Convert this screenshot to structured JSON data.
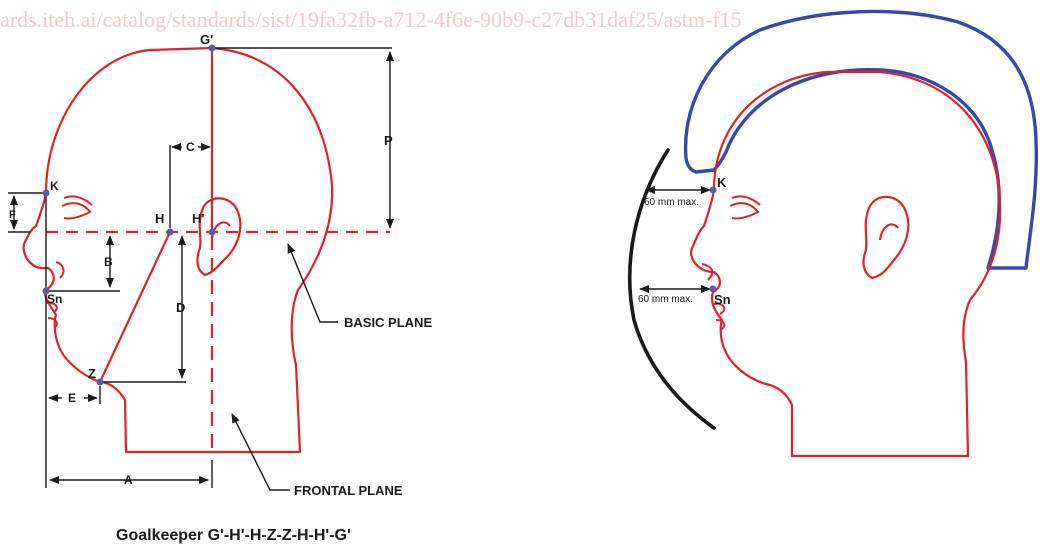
{
  "watermark": "ards.iteh.ai/catalog/standards/sist/19fa32fb-a712-4f6e-90b9-c27db31daf25/astm-f15",
  "caption": "Goalkeeper G'-H'-H-Z-Z-H-H'-G'",
  "left_figure": {
    "points": {
      "g_prime": "G'",
      "k": "K",
      "h": "H",
      "h_prime": "H'",
      "sn": "Sn",
      "z": "Z"
    },
    "dimensions": {
      "p": "P",
      "c": "C",
      "f": "F",
      "b": "B",
      "d": "D",
      "e": "E",
      "a": "A"
    },
    "callouts": {
      "basic_plane": "BASIC PLANE",
      "frontal_plane": "FRONTAL PLANE"
    }
  },
  "right_figure": {
    "points": {
      "k": "K",
      "sn": "Sn"
    },
    "measures": {
      "upper": "60 mm max.",
      "lower": "60 mm max."
    }
  },
  "colors": {
    "head_outline": "#e0202a",
    "helmet": "#3a46a8",
    "shield": "#1a1a1a",
    "points": "#5a5aa8",
    "lines": "#1a1a1a"
  }
}
